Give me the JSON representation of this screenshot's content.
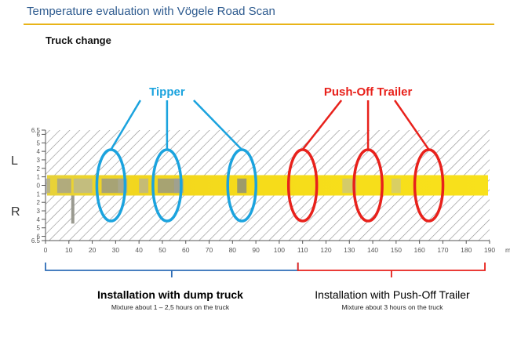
{
  "slide": {
    "title": "Temperature evaluation with Vögele Road Scan",
    "subtitle": "Truck change",
    "accent_color": "#e8b418",
    "title_color": "#2e5b8f"
  },
  "chart_data": {
    "type": "heatmap",
    "x_ticks": [
      "0",
      "10",
      "20",
      "30",
      "40",
      "50",
      "60",
      "70",
      "80",
      "90",
      "100",
      "110",
      "120",
      "130",
      "140",
      "150",
      "160",
      "170",
      "180",
      "190"
    ],
    "x_unit_label": "m",
    "xlim": [
      0,
      190
    ],
    "y_ticks_top": [
      "6.5",
      "6",
      "5",
      "4",
      "3",
      "2",
      "1",
      "0"
    ],
    "y_ticks_bottom": [
      "1",
      "2",
      "3",
      "4",
      "5",
      "6",
      "6.5"
    ],
    "ylim": [
      -6.5,
      6.5
    ],
    "side_labels": {
      "left": "L",
      "right": "R"
    },
    "strip_color": "#f6dc1a",
    "hatch_pattern": "diagonal",
    "groups": [
      {
        "label": "Tipper",
        "color": "#1ba3de",
        "circle_centers_x": [
          28,
          52,
          84
        ]
      },
      {
        "label": "Push-Off Trailer",
        "color": "#e8211b",
        "circle_centers_x": [
          110,
          138,
          164
        ]
      }
    ],
    "brackets": [
      {
        "from": 0,
        "to": 108,
        "color": "#2e6db7",
        "label": "Installation with dump truck",
        "note": "Mixture about 1 – 2,5 hours on the truck"
      },
      {
        "from": 108,
        "to": 188,
        "color": "#e8211b",
        "label": "Installation with Push-Off Trailer",
        "note": "Mixture about 3 hours on the truck"
      }
    ]
  }
}
